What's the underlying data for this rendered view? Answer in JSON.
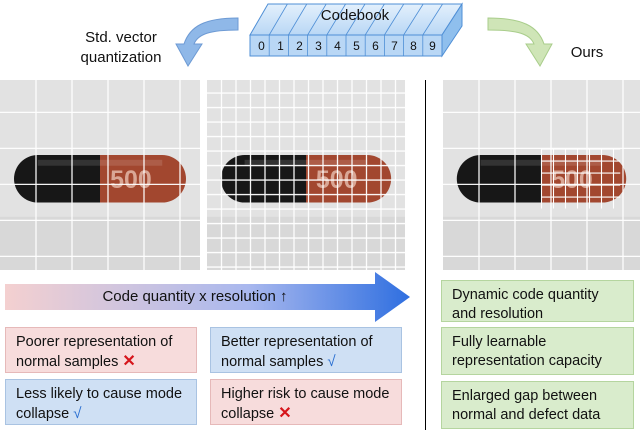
{
  "codebook": {
    "title": "Codebook",
    "indices": [
      "0",
      "1",
      "2",
      "3",
      "4",
      "5",
      "6",
      "7",
      "8",
      "9"
    ]
  },
  "labels": {
    "std_vq": "Std. vector\nquantization",
    "ours": "Ours"
  },
  "capsule_print": "500",
  "arrow": {
    "label": "Code quantity x resolution ↑"
  },
  "left_boxes": [
    {
      "text": "Poorer representation of normal samples",
      "mark": "✕",
      "color": "pink"
    },
    {
      "text": "Less likely to cause mode collapse",
      "mark": "√",
      "color": "blue"
    }
  ],
  "mid_boxes": [
    {
      "text": "Better representation of normal samples",
      "mark": "√",
      "color": "blue"
    },
    {
      "text": "Higher risk to cause mode collapse",
      "mark": "✕",
      "color": "pink"
    }
  ],
  "right_boxes": [
    {
      "text": "Dynamic code quantity and resolution"
    },
    {
      "text": "Fully learnable representation capacity"
    },
    {
      "text": "Enlarged gap between normal and defect data"
    }
  ],
  "colors": {
    "codebook_fill": "#b9d7f5",
    "codebook_stroke": "#4f8fd6",
    "arrow_start": "#f4d0d0",
    "arrow_end": "#2f6fe0",
    "capsule_dark": "#171717",
    "capsule_red": "#a2472f"
  }
}
